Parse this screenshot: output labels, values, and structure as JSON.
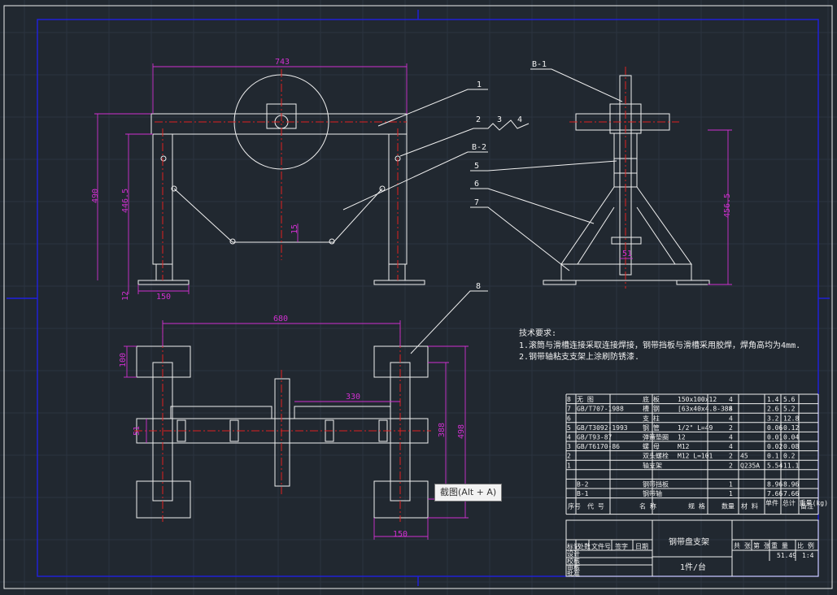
{
  "callouts": {
    "c1": "1",
    "c2": "2",
    "c3": "3",
    "c4": "4",
    "b2": "B-2",
    "c5": "5",
    "c6": "6",
    "c7": "7",
    "c8": "8",
    "b1": "B-1"
  },
  "dims": {
    "front_width": "743",
    "front_height": "490",
    "front_inner": "446.5",
    "front_foot_h": "12",
    "front_foot_w": "150",
    "front_center": "15",
    "side_height": "456.5",
    "side_bottom": "51",
    "top_width": "680",
    "top_330": "330",
    "top_100": "100",
    "top_51": "51",
    "top_388": "388",
    "top_498": "498",
    "top_150": "150"
  },
  "notes": {
    "title": "技术要求:",
    "line1": "1.滚筒与滑槽连接采取连接焊接，钢带挡板与滑槽采用胶焊，焊角高均为4mm.",
    "line2": "2.钢带轴粘支支架上涂刷防锈漆."
  },
  "bom": {
    "rows": [
      {
        "no": "8",
        "code": "无 图",
        "name": "底 板",
        "spec": "150x100x12",
        "qty": "4",
        "material": "",
        "unit": "1.4",
        "total": "5.6"
      },
      {
        "no": "7",
        "code": "GB/T707-1988",
        "name": "槽 钢",
        "spec": "[63x40x4.8-388",
        "qty": "4",
        "material": "",
        "unit": "2.6",
        "total": "5.2"
      },
      {
        "no": "6",
        "code": "",
        "name": "支 柱",
        "spec": "",
        "qty": "4",
        "material": "",
        "unit": "3.2",
        "total": "12.8"
      },
      {
        "no": "5",
        "code": "GB/T3092-1993",
        "name": "钢 管",
        "spec": "1/2\"  L=49",
        "qty": "2",
        "material": "",
        "unit": "0.06",
        "total": "0.12"
      },
      {
        "no": "4",
        "code": "GB/T93-87",
        "name": "弹簧垫圈",
        "spec": "12",
        "qty": "4",
        "material": "",
        "unit": "0.01",
        "total": "0.04"
      },
      {
        "no": "3",
        "code": "GB/T6170-86",
        "name": "螺 母",
        "spec": "M12",
        "qty": "4",
        "material": "",
        "unit": "0.02",
        "total": "0.08"
      },
      {
        "no": "2",
        "code": "",
        "name": "双头螺栓",
        "spec": "M12  L=101",
        "qty": "2",
        "material": "45",
        "unit": "0.1",
        "total": "0.2"
      },
      {
        "no": "1",
        "code": "",
        "name": "轴支架",
        "spec": "",
        "qty": "2",
        "material": "Q235A",
        "unit": "5.54",
        "total": "11.1"
      },
      {
        "no": "",
        "code": "",
        "name": "",
        "spec": "",
        "qty": "",
        "material": "",
        "unit": "",
        "total": ""
      },
      {
        "no": "",
        "code": "B-2",
        "name": "钢带挡板",
        "spec": "",
        "qty": "1",
        "material": "",
        "unit": "8.96",
        "total": "8.96"
      },
      {
        "no": "",
        "code": "B-1",
        "name": "钢带轴",
        "spec": "",
        "qty": "1",
        "material": "",
        "unit": "7.66",
        "total": "7.66"
      }
    ],
    "headers": {
      "no": "序号",
      "code": "代 号",
      "name": "名 称",
      "spec": "规 格",
      "qty": "数量",
      "material": "材 料",
      "weight": "单件 总计 重量(kg)",
      "note": "备注"
    }
  },
  "title_block": {
    "title": "钢带盘支架",
    "sub": "1件/台",
    "stage": "共  张",
    "sheet": "第  张",
    "weight_label": "重 量",
    "scale_label": "比 例",
    "weight": "51.49",
    "scale": "1:4",
    "h1": "标记",
    "h2": "处数",
    "h3": "文件号",
    "h4": "签字",
    "h5": "日期",
    "r1": "设计",
    "r2": "校核",
    "r3": "审核",
    "r4": "批准"
  },
  "tooltip": {
    "text": "截图(Alt + A)"
  }
}
